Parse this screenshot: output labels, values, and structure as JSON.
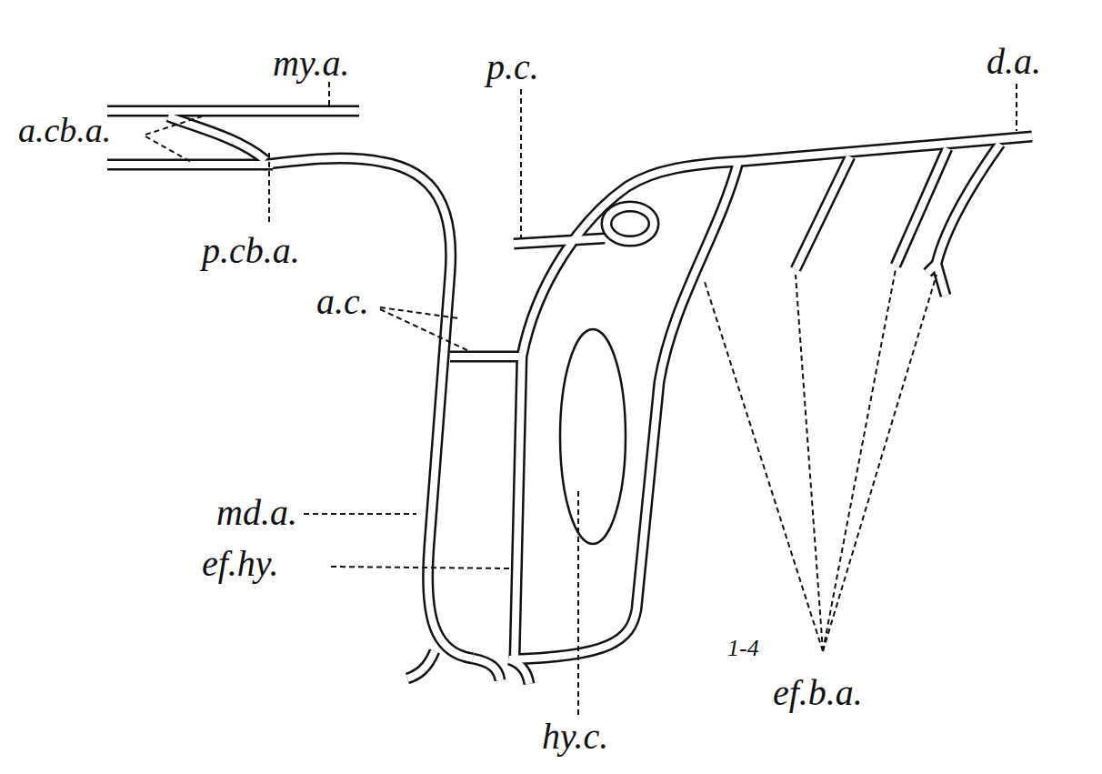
{
  "diagram": {
    "labels": [
      "my.a.",
      "p.c.",
      "d.a.",
      "a.cb.a.",
      "p.cb.a.",
      "a.c.",
      "md.a.",
      "ef.hy.",
      "1-4",
      "ef.b.a.",
      "hy.c."
    ]
  }
}
